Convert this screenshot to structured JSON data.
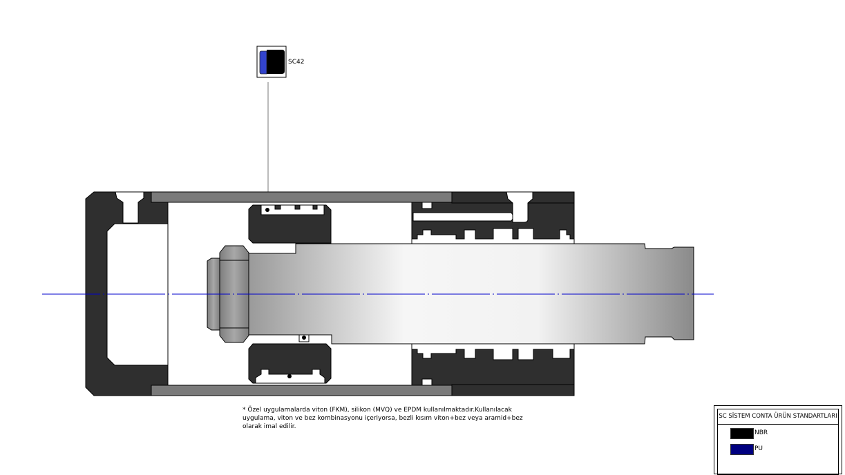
{
  "callout": {
    "label": "SC42"
  },
  "note": {
    "lines": [
      "* Özel uygulamalarda viton (FKM), silikon (MVQ) ve EPDM kullanılmaktadır.Kullanılacak",
      "uygulama, viton ve bez kombinasyonu içeriyorsa, bezli kısım viton+bez veya aramid+bez",
      "olarak imal edilir."
    ]
  },
  "legend": {
    "title": "SC SİSTEM CONTA ÜRÜN STANDARTLARI",
    "items": [
      {
        "label": "NBR",
        "color": "#000000"
      },
      {
        "label": "PU",
        "color": "#000080"
      }
    ]
  },
  "colors": {
    "housing": "#2f2f2f",
    "tube": "#7a7a7a",
    "rod_light": "#f4f4f4",
    "rod_dark": "#8a8a8a",
    "nut": "#8c8c8c",
    "centerline": "#0000cc",
    "seal_pu": "#3344cc"
  }
}
